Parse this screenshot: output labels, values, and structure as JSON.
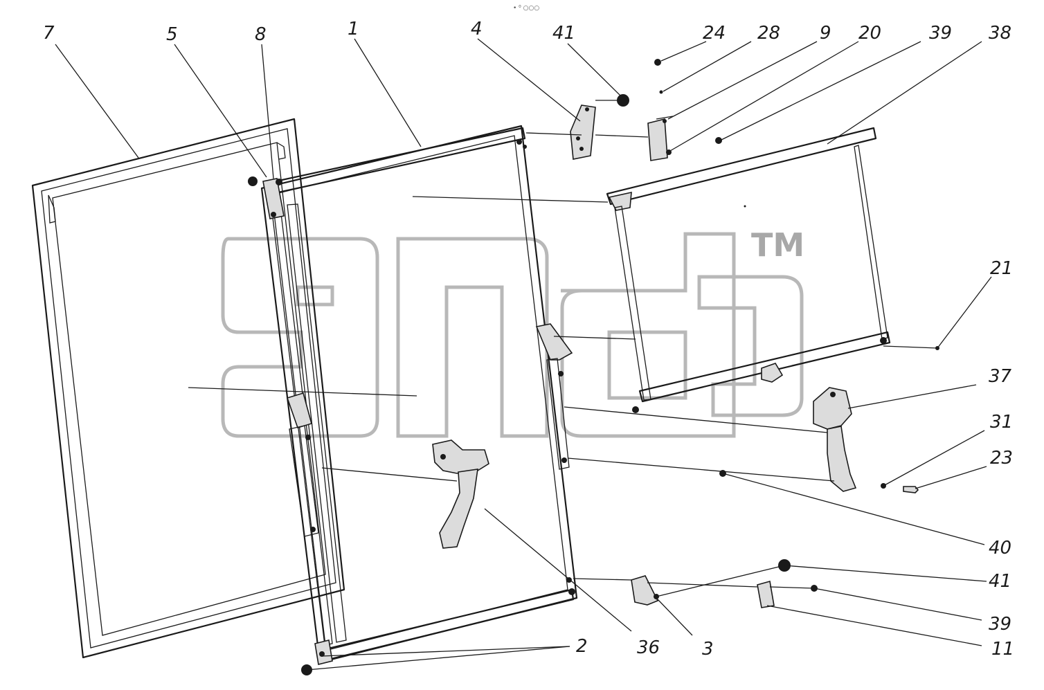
{
  "diagram": {
    "top_mark": "• ⁰ ○○○",
    "watermark": {
      "trademark": "TM"
    },
    "callouts": [
      {
        "id": "c7",
        "text": "7"
      },
      {
        "id": "c5",
        "text": "5"
      },
      {
        "id": "c8",
        "text": "8"
      },
      {
        "id": "c1",
        "text": "1"
      },
      {
        "id": "c4",
        "text": "4"
      },
      {
        "id": "c41a",
        "text": "41"
      },
      {
        "id": "c24",
        "text": "24"
      },
      {
        "id": "c28",
        "text": "28"
      },
      {
        "id": "c9",
        "text": "9"
      },
      {
        "id": "c20",
        "text": "20"
      },
      {
        "id": "c39a",
        "text": "39"
      },
      {
        "id": "c38",
        "text": "38"
      },
      {
        "id": "c21",
        "text": "21"
      },
      {
        "id": "c37",
        "text": "37"
      },
      {
        "id": "c31",
        "text": "31"
      },
      {
        "id": "c23",
        "text": "23"
      },
      {
        "id": "c40",
        "text": "40"
      },
      {
        "id": "c41b",
        "text": "41"
      },
      {
        "id": "c39b",
        "text": "39"
      },
      {
        "id": "c11",
        "text": "11"
      },
      {
        "id": "c2",
        "text": "2"
      },
      {
        "id": "c36",
        "text": "36"
      },
      {
        "id": "c3",
        "text": "3"
      }
    ]
  }
}
